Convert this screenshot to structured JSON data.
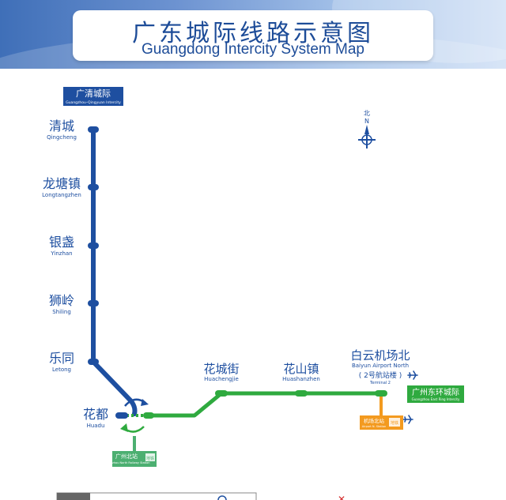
{
  "header": {
    "title_cn": "广东城际线路示意图",
    "title_en": "Guangdong Intercity System Map"
  },
  "colors": {
    "banner": "#3f6fb8",
    "title": "#1d4c98",
    "line_qingcheng": "#1e4fa0",
    "line_east_ring": "#2faa3f",
    "connector_orange": "#f39a1f",
    "connector_green": "#4caf71"
  },
  "lines": {
    "qingcheng": {
      "name_cn": "广清城际",
      "name_en": "Guangzhou–Qingyuan Intercity"
    },
    "east_ring": {
      "name_cn": "广州东环城际",
      "name_en": "Guangzhou East Ring Intercity"
    }
  },
  "stations": {
    "qingcheng": {
      "cn": "清城",
      "en": "Qingcheng"
    },
    "longtangzhen": {
      "cn": "龙塘镇",
      "en": "Longtangzhen"
    },
    "yinzhan": {
      "cn": "银盏",
      "en": "Yinzhan"
    },
    "shiling": {
      "cn": "狮岭",
      "en": "Shiling"
    },
    "letong": {
      "cn": "乐同",
      "en": "Letong"
    },
    "huadu": {
      "cn": "花都",
      "en": "Huadu"
    },
    "huachengjie": {
      "cn": "花城街",
      "en": "Huachengjie"
    },
    "huashanzhen": {
      "cn": "花山镇",
      "en": "Huashanzhen"
    },
    "baiyun_airport_north": {
      "cn": "白云机场北",
      "en": "Baiyun Airport North",
      "terminal_cn": "( 2号航站楼 )",
      "terminal_en": "Terminal 2"
    }
  },
  "transfers": {
    "guangzhou_north": {
      "cn": "广州北站",
      "en": "Guangzhou North Railway Station",
      "badge": "地铁"
    },
    "airport_north": {
      "cn": "机场北站",
      "en": "Airport N. Station",
      "badge": "地铁"
    }
  },
  "compass": {
    "label_cn": "北",
    "label_en": "N"
  },
  "icons": [
    "airplane-icon",
    "compass-icon",
    "train-icon"
  ]
}
